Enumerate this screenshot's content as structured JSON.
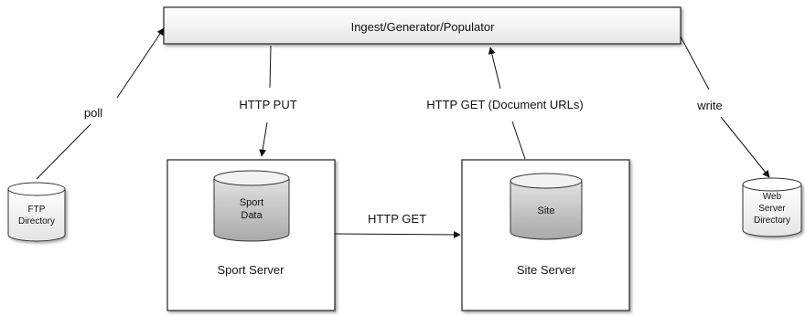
{
  "diagram": {
    "ingest_box": {
      "label": "Ingest/Generator/Populator"
    },
    "sport_server": {
      "label": "Sport Server",
      "db_label_line1": "Sport",
      "db_label_line2": "Data"
    },
    "site_server": {
      "label": "Site Server",
      "db_label": "Site"
    },
    "ftp": {
      "line1": "FTP",
      "line2": "Directory"
    },
    "web_server": {
      "line1": "Web",
      "line2": "Server",
      "line3": "Directory"
    },
    "edges": {
      "poll": "poll",
      "http_put": "HTTP PUT",
      "http_get_urls": "HTTP GET (Document URLs)",
      "write": "write",
      "http_get": "HTTP GET"
    }
  }
}
